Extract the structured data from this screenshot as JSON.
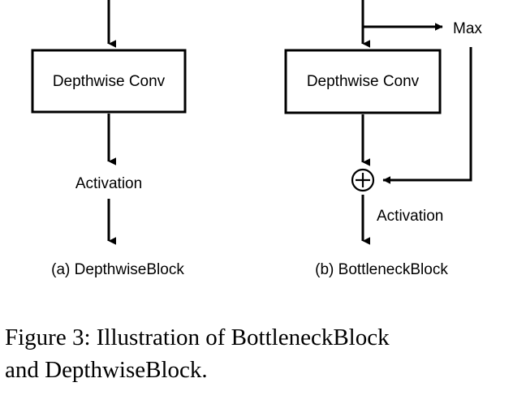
{
  "figure": {
    "caption_line_1": "Figure 3: Illustration of BottleneckBlock",
    "caption_line_2": "and DepthwiseBlock.",
    "caption_full": "Figure 3: Illustration of BottleneckBlock and DepthwiseBlock.",
    "stroke_color": "#000000",
    "background_color": "#ffffff"
  },
  "panels": [
    {
      "id": "depthwise-block",
      "caption": "(a) DepthwiseBlock",
      "nodes": {
        "conv_box": "Depthwise Conv",
        "activation": "Activation"
      }
    },
    {
      "id": "bottleneck-block",
      "caption": "(b) BottleneckBlock",
      "nodes": {
        "conv_box": "Depthwise Conv",
        "activation": "Activation",
        "max_branch": "Max",
        "sum_operator": "+"
      }
    }
  ]
}
